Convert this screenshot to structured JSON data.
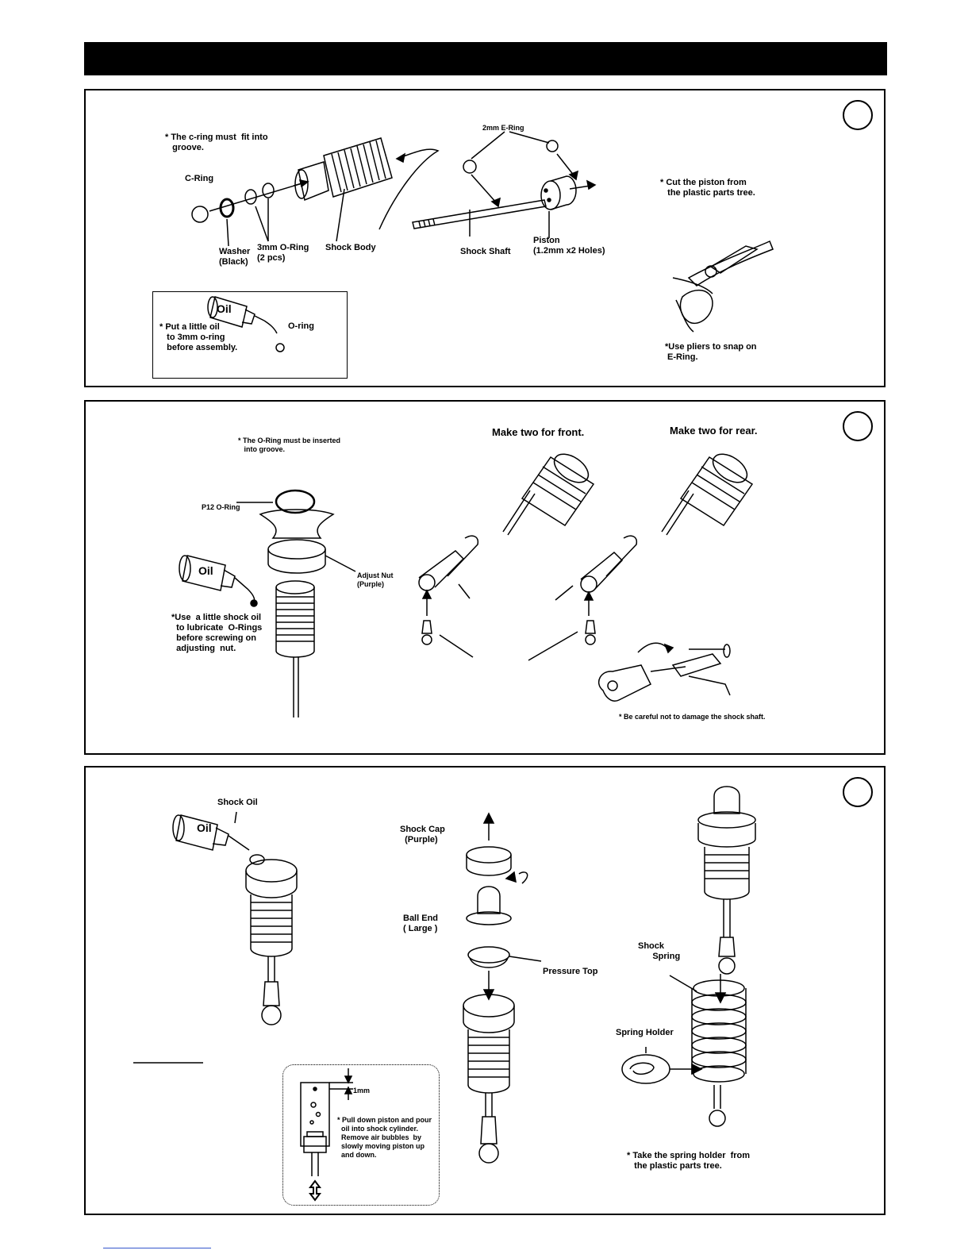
{
  "panel1": {
    "note_cring": "* The c-ring must  fit into\n   groove.",
    "c_ring": "C-Ring",
    "washer": "Washer\n(Black)",
    "oring_3mm": "3mm O-Ring\n(2 pcs)",
    "shock_body": "Shock Body",
    "e_ring": "2mm E-Ring",
    "shock_shaft": "Shock Shaft",
    "piston": "Piston\n(1.2mm x2 Holes)",
    "note_cut_piston": "* Cut the piston from\n   the plastic parts tree.",
    "note_pliers": "*Use pliers to snap on\n E-Ring.",
    "box_oil_label": "Oil",
    "box_note": "* Put a little oil\n   to 3mm o-ring\n   before assembly.",
    "box_oring": "O-ring"
  },
  "panel2": {
    "note_oring_groove": "* The O-Ring must be inserted\n   into groove.",
    "p12_oring": "P12 O-Ring",
    "adjust_nut": "Adjust Nut\n(Purple)",
    "oil_label": "Oil",
    "note_lubricate": "*Use  a little shock oil\n  to lubricate  O-Rings\n  before screwing on\n  adjusting  nut.",
    "make_front": "Make two for front.",
    "make_rear": "Make two for rear.",
    "note_careful": "* Be careful not to damage the shock shaft."
  },
  "panel3": {
    "shock_oil": "Shock Oil",
    "oil_label": "Oil",
    "shock_cap": "Shock Cap\n  (Purple)",
    "ball_end": "Ball End\n( Large )",
    "pressure_top": "Pressure Top",
    "shock_spring": "Shock\n      Spring",
    "spring_holder": "Spring Holder",
    "note_spring_holder": "* Take the spring holder  from\n   the plastic parts tree.",
    "mm1": "1mm",
    "note_bleed": "* Pull down piston and pour\n  oil into shock cylinder.\n  Remove air bubbles  by\n  slowly moving piston up\n  and down."
  }
}
